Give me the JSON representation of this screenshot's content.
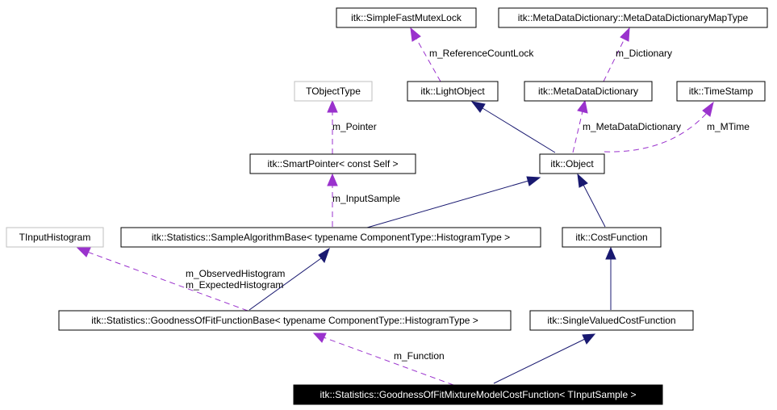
{
  "diagram": {
    "colors": {
      "inheritance_edge": "#191970",
      "usage_edge": "#9a32cd",
      "template_node_border": "#bfbfbf",
      "current_node_fill": "#000000"
    },
    "nodes": {
      "simple_fast_mutex_lock": "itk::SimpleFastMutexLock",
      "meta_data_dictionary_map_type": "itk::MetaDataDictionary::MetaDataDictionaryMapType",
      "tobject_type": "TObjectType",
      "light_object": "itk::LightObject",
      "meta_data_dictionary": "itk::MetaDataDictionary",
      "time_stamp": "itk::TimeStamp",
      "smart_pointer": "itk::SmartPointer< const Self >",
      "object": "itk::Object",
      "tinput_histogram": "TInputHistogram",
      "sample_algorithm_base": "itk::Statistics::SampleAlgorithmBase< typename ComponentType::HistogramType >",
      "cost_function": "itk::CostFunction",
      "goodness_of_fit_function_base": "itk::Statistics::GoodnessOfFitFunctionBase< typename ComponentType::HistogramType >",
      "single_valued_cost_function": "itk::SingleValuedCostFunction",
      "current": "itk::Statistics::GoodnessOfFitMixtureModelCostFunction< TInputSample >"
    },
    "edge_labels": {
      "reference_count_lock": "m_ReferenceCountLock",
      "dictionary": "m_Dictionary",
      "pointer": "m_Pointer",
      "meta_data_dictionary": "m_MetaDataDictionary",
      "mtime": "m_MTime",
      "input_sample": "m_InputSample",
      "observed_histogram": "m_ObservedHistogram",
      "expected_histogram": "m_ExpectedHistogram",
      "function": "m_Function"
    }
  }
}
